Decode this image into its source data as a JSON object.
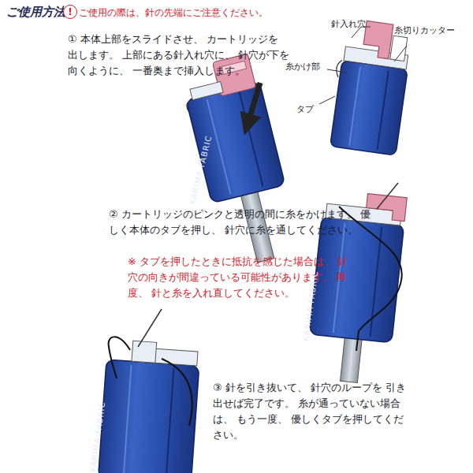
{
  "diagram": {
    "title": "ご使用方法",
    "nodes": [
      {
        "text": [
          "!"
        ]
      }
    ],
    "labels": [
      "ご使用の際は、針の先端にご注意ください。",
      "① 本体上部をスライドさせ、 カートリッジを 出します。 上部にある針入れ穴に、 針穴が下を向くように、 一番奥まで挿入します。",
      "針入れ穴",
      "糸切りカッター",
      "糸かけ部",
      "タブ",
      "KARIMA FABRIC",
      "② カートリッジのピンクと透明の間に糸をかけます。 優しく本体のタブを押し、 針穴に糸を通してください。",
      "※ タブを押したときに抵抗を感じた場合は、 針穴の向きが間違っている可能性があります。 再度、 針と糸を入れ直してください。",
      "KARIMA FABRIC",
      "③ 針を引き抜いて、 針穴のループを 引き出せば完了です。 糸が通っていない場合は、 もう一度、 優しくタブを押してください。",
      "KARIMA FABRIC"
    ]
  }
}
